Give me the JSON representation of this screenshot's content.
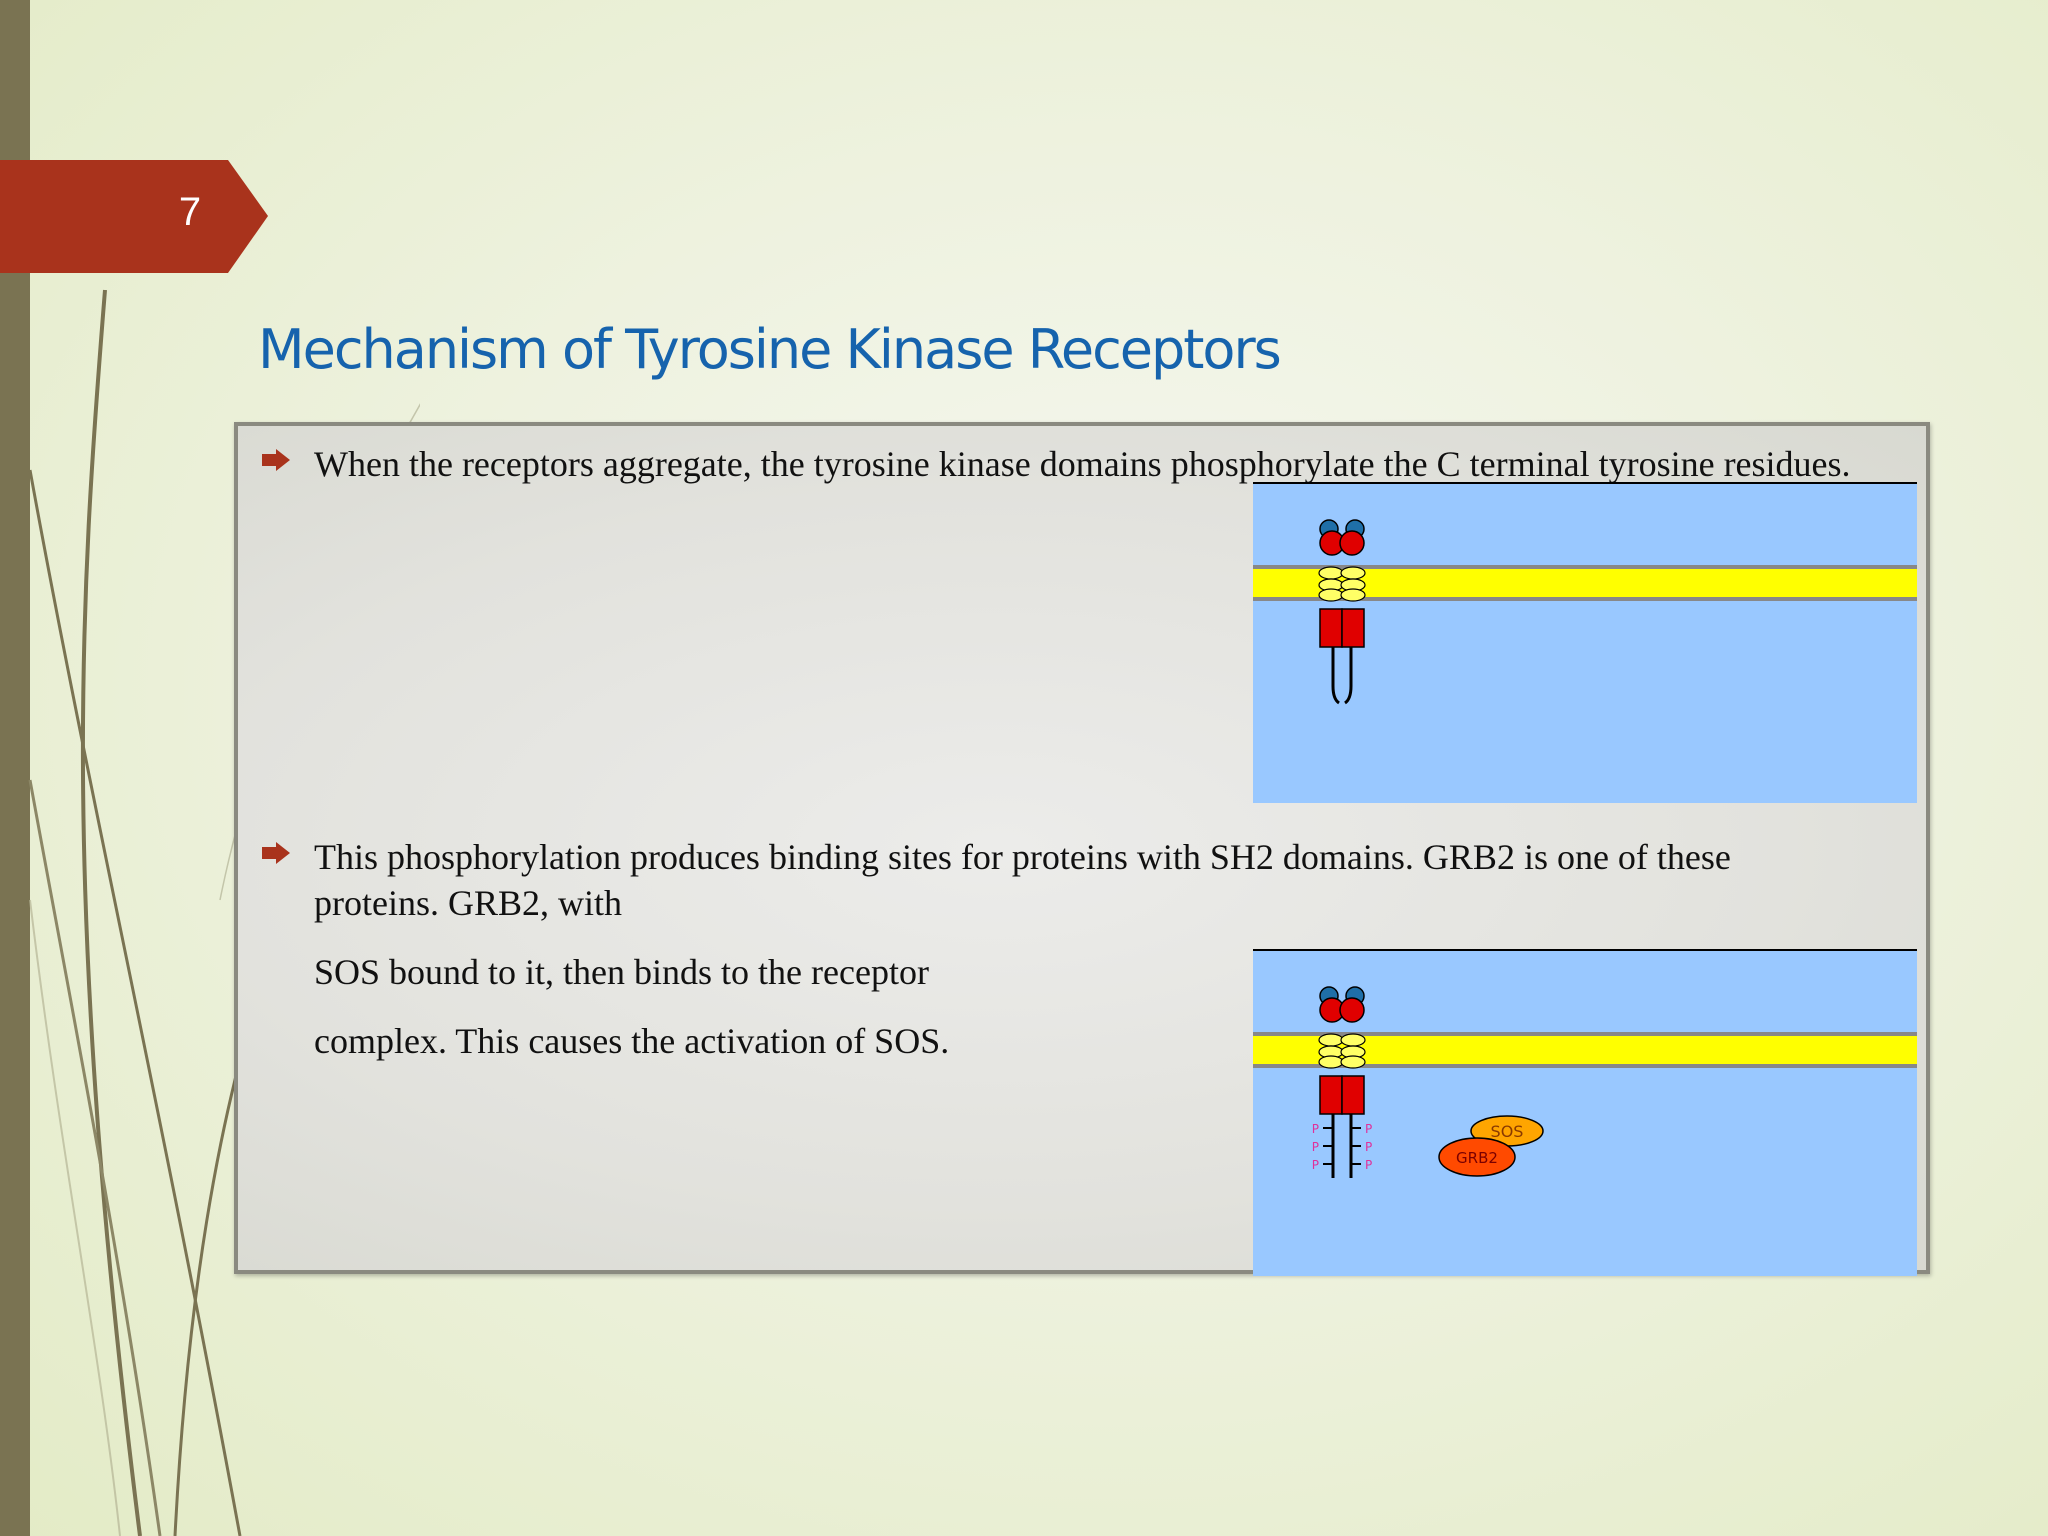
{
  "slide": {
    "number": "7",
    "title": "Mechanism of Tyrosine Kinase Receptors"
  },
  "bullets": [
    {
      "text": "When the receptors aggregate, the tyrosine kinase domains phosphorylate the C terminal tyrosine residues."
    },
    {
      "text": "This phosphorylation produces binding sites for proteins with SH2 domains. GRB2 is one of these proteins. GRB2, with",
      "continuation": [
        "SOS bound to it, then binds to the receptor",
        "complex. This causes the activation of SOS."
      ]
    }
  ],
  "figures": {
    "figure2": {
      "phospho_label": "P",
      "sos_label": "SOS",
      "grb2_label": "GRB2"
    }
  },
  "colors": {
    "accent_tab": "#a9331c",
    "title": "#1663ad",
    "bullet_icon": "#a9331c",
    "membrane": "#ffff00",
    "cell_bg": "#99c8ff",
    "receptor": "#e00000"
  }
}
